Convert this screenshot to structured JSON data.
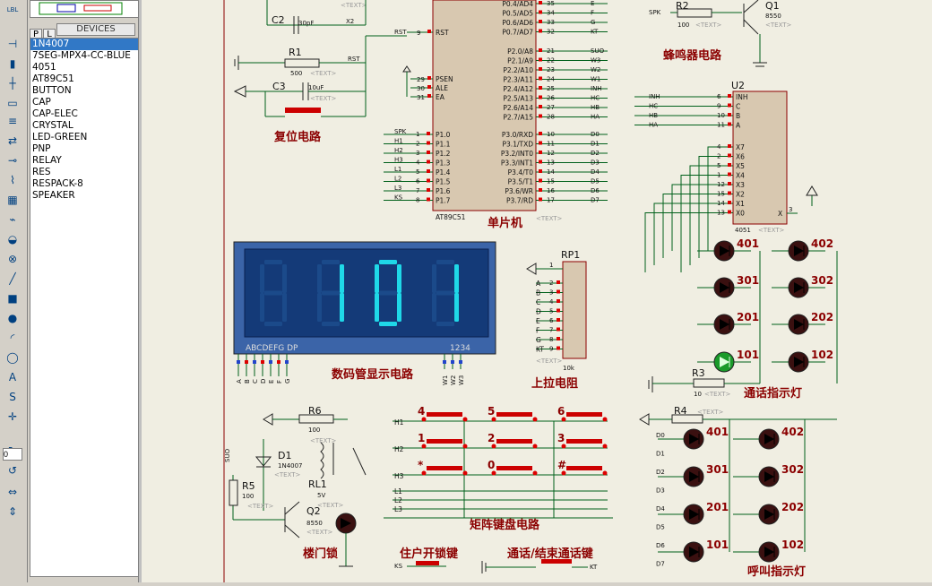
{
  "sidebar": {
    "tab_p": "P",
    "tab_l": "L",
    "devices_header": "DEVICES",
    "devices": [
      "1N4007",
      "7SEG-MPX4-CC-BLUE",
      "4051",
      "AT89C51",
      "BUTTON",
      "CAP",
      "CAP-ELEC",
      "CRYSTAL",
      "LED-GREEN",
      "PNP",
      "RELAY",
      "RES",
      "RESPACK-8",
      "SPEAKER"
    ],
    "selected": "1N4007",
    "rotation_value": "0"
  },
  "toolbar_icons": [
    "label-icon",
    "bus-icon",
    "component-icon",
    "junction-icon",
    "wire-label-icon",
    "text-script-icon",
    "terminal-icon",
    "device-pin-icon",
    "graph-icon",
    "tape-icon",
    "generator-icon",
    "probe-icon",
    "instrument-icon",
    "line-icon",
    "box-icon",
    "circle-icon",
    "arc-icon",
    "path-icon",
    "text-icon",
    "symbol-icon",
    "marker-icon",
    "rotate-cw-icon",
    "rotate-ccw-icon",
    "flip-h-icon",
    "flip-v-icon"
  ],
  "schematic": {
    "titles": {
      "mcu": "单片机",
      "reset": "复位电路",
      "buzzer": "蜂鸣器电路",
      "display": "数码管显示电路",
      "pullup": "上拉电阻",
      "call_led": "通话指示灯",
      "keypad": "矩阵键盘电路",
      "door": "楼门锁",
      "unlock_key": "住户开锁键",
      "talk_key": "通话/结束通话键",
      "ring_led": "呼叫指示灯"
    },
    "text_placeholder": "<TEXT>",
    "mcu": {
      "ref": "AT89C51",
      "left_pins": [
        {
          "name": "RST",
          "num": "9"
        },
        {
          "name": "PSEN",
          "num": "29"
        },
        {
          "name": "ALE",
          "num": "30"
        },
        {
          "name": "EA",
          "num": "31"
        }
      ],
      "p1_pins": [
        {
          "name": "P1.0",
          "num": "1",
          "net": "SPK"
        },
        {
          "name": "P1.1",
          "num": "2",
          "net": "H1"
        },
        {
          "name": "P1.2",
          "num": "3",
          "net": "H2"
        },
        {
          "name": "P1.3",
          "num": "4",
          "net": "H3"
        },
        {
          "name": "P1.4",
          "num": "5",
          "net": "L1"
        },
        {
          "name": "P1.5",
          "num": "6",
          "net": "L2"
        },
        {
          "name": "P1.6",
          "num": "7",
          "net": "L3"
        },
        {
          "name": "P1.7",
          "num": "8",
          "net": "KS"
        }
      ],
      "p0_pins": [
        {
          "name": "P0.4/AD4",
          "num": "35",
          "net": "E"
        },
        {
          "name": "P0.5/AD5",
          "num": "34",
          "net": "F"
        },
        {
          "name": "P0.6/AD6",
          "num": "33",
          "net": "G"
        },
        {
          "name": "P0.7/AD7",
          "num": "32",
          "net": "KT"
        }
      ],
      "p2_pins": [
        {
          "name": "P2.0/A8",
          "num": "21",
          "net": "SUO"
        },
        {
          "name": "P2.1/A9",
          "num": "22",
          "net": "W3"
        },
        {
          "name": "P2.2/A10",
          "num": "23",
          "net": "W2"
        },
        {
          "name": "P2.3/A11",
          "num": "24",
          "net": "W1"
        },
        {
          "name": "P2.4/A12",
          "num": "25",
          "net": "INH"
        },
        {
          "name": "P2.5/A13",
          "num": "26",
          "net": "HC"
        },
        {
          "name": "P2.6/A14",
          "num": "27",
          "net": "HB"
        },
        {
          "name": "P2.7/A15",
          "num": "28",
          "net": "HA"
        }
      ],
      "p3_pins": [
        {
          "name": "P3.0/RXD",
          "num": "10",
          "net": "D0"
        },
        {
          "name": "P3.1/TXD",
          "num": "11",
          "net": "D1"
        },
        {
          "name": "P3.2/INT0",
          "num": "12",
          "net": "D2"
        },
        {
          "name": "P3.3/INT1",
          "num": "13",
          "net": "D3"
        },
        {
          "name": "P3.4/T0",
          "num": "14",
          "net": "D4"
        },
        {
          "name": "P3.5/T1",
          "num": "15",
          "net": "D5"
        },
        {
          "name": "P3.6/WR",
          "num": "16",
          "net": "D6"
        },
        {
          "name": "P3.7/RD",
          "num": "17",
          "net": "D7"
        }
      ]
    },
    "crystal": {
      "cap_ref": "C2",
      "cap_val": "30pF",
      "net": "X2"
    },
    "reset": {
      "r_ref": "R1",
      "r_val": "500",
      "c_ref": "C3",
      "c_val": "10uF",
      "net": "RST"
    },
    "buzzer": {
      "r_ref": "R2",
      "r_val": "100",
      "q_ref": "Q1",
      "q_val": "8550",
      "net": "SPK"
    },
    "mux": {
      "ref": "U2",
      "val": "4051",
      "in_pins": [
        {
          "name": "INH",
          "num": "6"
        },
        {
          "name": "C",
          "num": "9"
        },
        {
          "name": "B",
          "num": "10"
        },
        {
          "name": "A",
          "num": "11"
        }
      ],
      "in_nets": [
        "INH",
        "HC",
        "HB",
        "HA"
      ],
      "x_pins": [
        {
          "name": "X7",
          "num": "4"
        },
        {
          "name": "X6",
          "num": "2"
        },
        {
          "name": "X5",
          "num": "5"
        },
        {
          "name": "X4",
          "num": "1"
        },
        {
          "name": "X3",
          "num": "12"
        },
        {
          "name": "X2",
          "num": "15"
        },
        {
          "name": "X1",
          "num": "14"
        },
        {
          "name": "X0",
          "num": "13"
        }
      ],
      "out_pin": {
        "name": "X",
        "num": "3"
      }
    },
    "display": {
      "digits": "101",
      "seg_labels": "ABCDEFG  DP",
      "digit_labels": "1234",
      "bottom_pins": [
        "A",
        "B",
        "C",
        "D",
        "E",
        "F",
        "G"
      ],
      "w_pins": [
        "W1",
        "W2",
        "W3"
      ]
    },
    "respack": {
      "ref": "RP1",
      "val": "10k",
      "pins": [
        "A",
        "B",
        "C",
        "D",
        "E",
        "F",
        "G",
        "KT"
      ],
      "pin1": "1",
      "nums": [
        "2",
        "3",
        "4",
        "5",
        "6",
        "7",
        "8",
        "9"
      ]
    },
    "call_leds": {
      "labels": [
        "401",
        "402",
        "301",
        "302",
        "201",
        "202",
        "101",
        "102"
      ],
      "r_ref": "R3",
      "r_val": "10"
    },
    "keypad": {
      "rows": [
        "H1",
        "H2",
        "H3"
      ],
      "cols": [
        "L1",
        "L2",
        "L3"
      ],
      "keys": [
        "4",
        "5",
        "6",
        "1",
        "2",
        "3",
        "*",
        "0",
        "#"
      ]
    },
    "door": {
      "r6_ref": "R6",
      "r6_val": "100",
      "d_ref": "D1",
      "d_val": "1N4007",
      "rl_ref": "RL1",
      "rl_val": "5V",
      "q_ref": "Q2",
      "q_val": "8550",
      "r5_ref": "R5",
      "r5_val": "100",
      "net": "SUO"
    },
    "ring_leds": {
      "labels": [
        "401",
        "402",
        "301",
        "302",
        "201",
        "202",
        "101",
        "102"
      ],
      "r_ref": "R4",
      "nets": [
        "D0",
        "D1",
        "D2",
        "D3",
        "D4",
        "D5",
        "D6",
        "D7"
      ]
    },
    "keys_bottom": {
      "ks": "KS",
      "kt": "KT"
    }
  }
}
